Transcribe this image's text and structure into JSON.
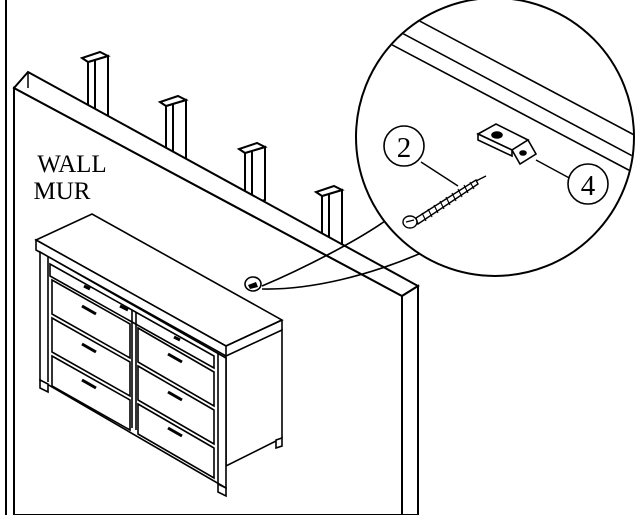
{
  "wall_label": {
    "line1": "WALL",
    "line2": "MUR"
  },
  "callouts": {
    "screw": "2",
    "bracket": "4"
  },
  "colors": {
    "line": "#000000",
    "background": "#ffffff"
  }
}
